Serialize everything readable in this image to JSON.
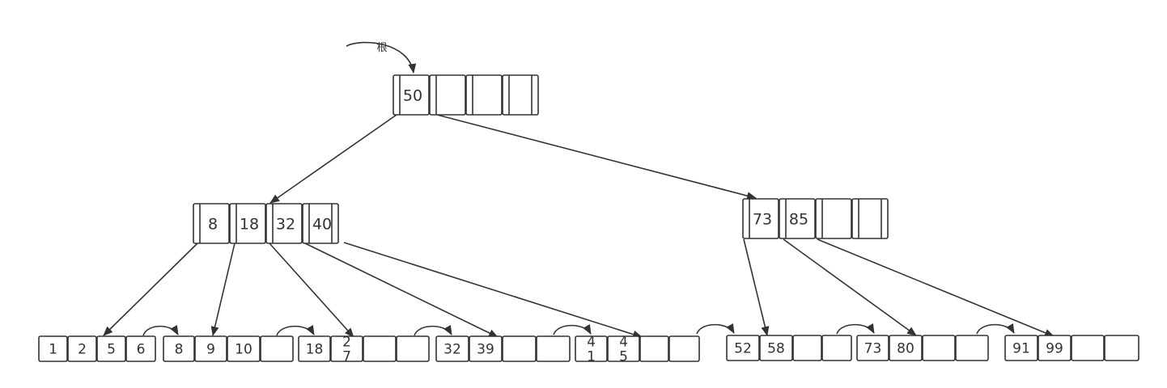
{
  "root_label": "根",
  "colors": {
    "stroke": "#333333",
    "fill": "#ffffff",
    "text": "#333333"
  },
  "root_node": {
    "keys": [
      "50",
      "",
      "",
      ""
    ]
  },
  "internal_nodes": [
    {
      "keys": [
        "8",
        "18",
        "32",
        "40"
      ]
    },
    {
      "keys": [
        "73",
        "85",
        "",
        ""
      ]
    }
  ],
  "leaf_nodes": [
    {
      "keys": [
        "1",
        "2",
        "5",
        "6"
      ]
    },
    {
      "keys": [
        "8",
        "9",
        "10",
        ""
      ]
    },
    {
      "keys": [
        "18",
        "2\n7",
        "",
        ""
      ]
    },
    {
      "keys": [
        "32",
        "39",
        "",
        ""
      ]
    },
    {
      "keys": [
        "4\n1",
        "4\n5",
        "",
        ""
      ]
    },
    {
      "keys": [
        "52",
        "58",
        "",
        ""
      ]
    },
    {
      "keys": [
        "73",
        "80",
        "",
        ""
      ]
    },
    {
      "keys": [
        "91",
        "99",
        "",
        ""
      ]
    }
  ]
}
